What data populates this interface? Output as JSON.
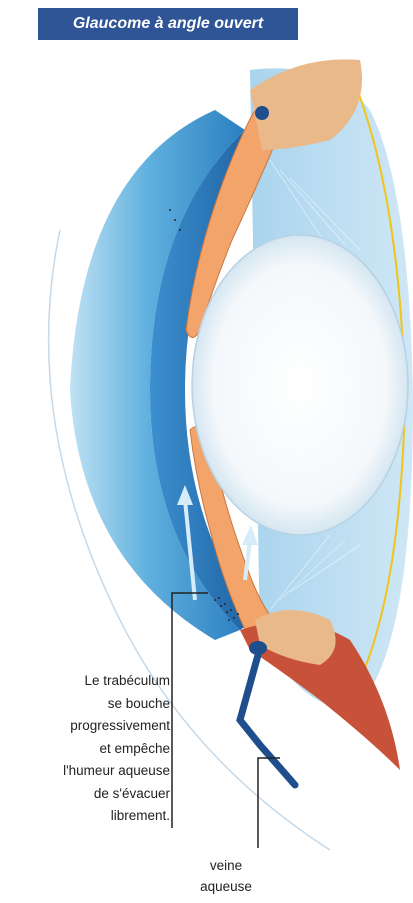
{
  "title": "Glaucome à angle ouvert",
  "annotations": {
    "trabeculum_lines": [
      "Le trabéculum",
      "se bouche",
      "progressivement",
      "et empêche",
      "l'humeur aqueuse",
      "de s'évacuer",
      "librement."
    ],
    "vein_lines": [
      "veine",
      "aqueuse"
    ]
  },
  "colors": {
    "banner": "#2f5597",
    "cornea": "#5aa9da",
    "iris": "#f2a46a",
    "sclera_muscle": "#c8513a",
    "lens": "#ffffff",
    "vein": "#1f4e8c",
    "outline": "#f0c419"
  }
}
